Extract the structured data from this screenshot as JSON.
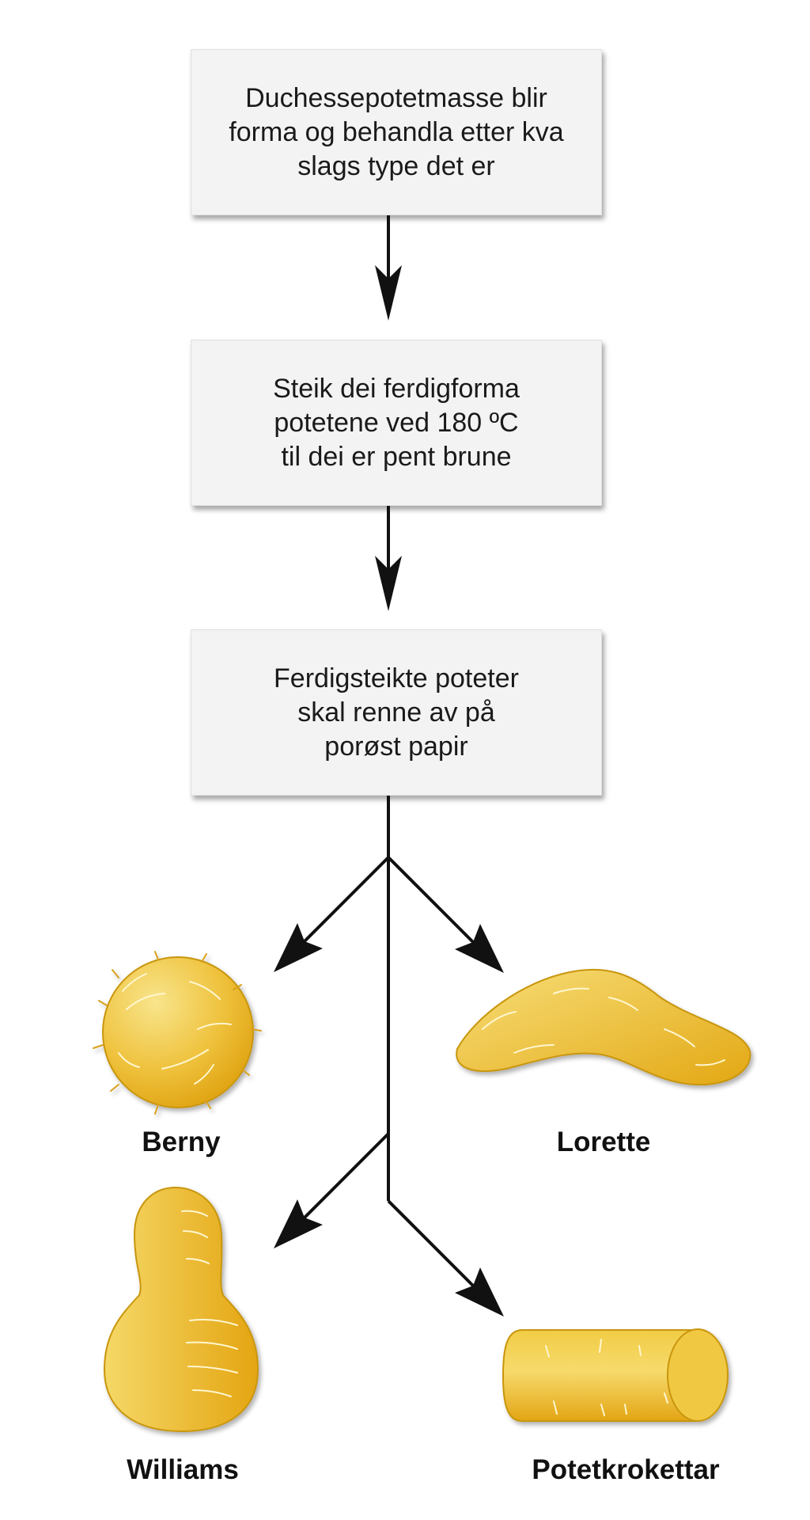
{
  "steps": [
    {
      "text": "Duchessepotetmasse blir\nforma og behandla etter kva\nslags type det er"
    },
    {
      "text": "Steik dei ferdigforma\npotetene ved 180 ºC\ntil dei er pent brune"
    },
    {
      "text": "Ferdigsteikte poteter\nskal renne av på\nporøst papir"
    }
  ],
  "products": {
    "berny": "Berny",
    "lorette": "Lorette",
    "williams": "Williams",
    "potetkrokettar": "Potetkrokettar"
  },
  "colors": {
    "potato_light": "#f6dc72",
    "potato_dark": "#e3a612",
    "potato_outline": "#c6930f",
    "arrow": "#111111",
    "box_fill": "#f3f3f3"
  }
}
